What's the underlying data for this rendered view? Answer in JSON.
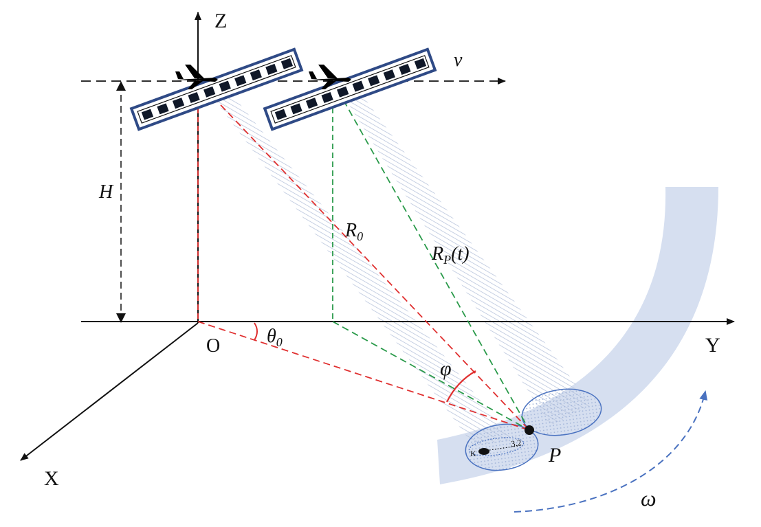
{
  "labels": {
    "z_axis": "Z",
    "y_axis": "Y",
    "x_axis": "X",
    "origin": "O",
    "velocity": "v",
    "height": "H",
    "r0": "R",
    "r0_sub": "0",
    "rp": "R",
    "rp_sub": "P",
    "rp_t": "(t)",
    "theta": "θ",
    "theta_sub": "0",
    "phi": "φ",
    "point": "P",
    "omega": "ω",
    "k_label": "K",
    "dist_label": "3.2"
  },
  "colors": {
    "axis": "#111111",
    "red_dash": "#e03030",
    "green_dash": "#2a9a4a",
    "blue_arrow": "#4a72c0",
    "ring": "#d6dff0",
    "beam_hatch": "#b8c4dc",
    "ellipse_edge": "#4a72c0",
    "antenna_edge": "#2f4a86",
    "antenna_cell": "#101828"
  }
}
